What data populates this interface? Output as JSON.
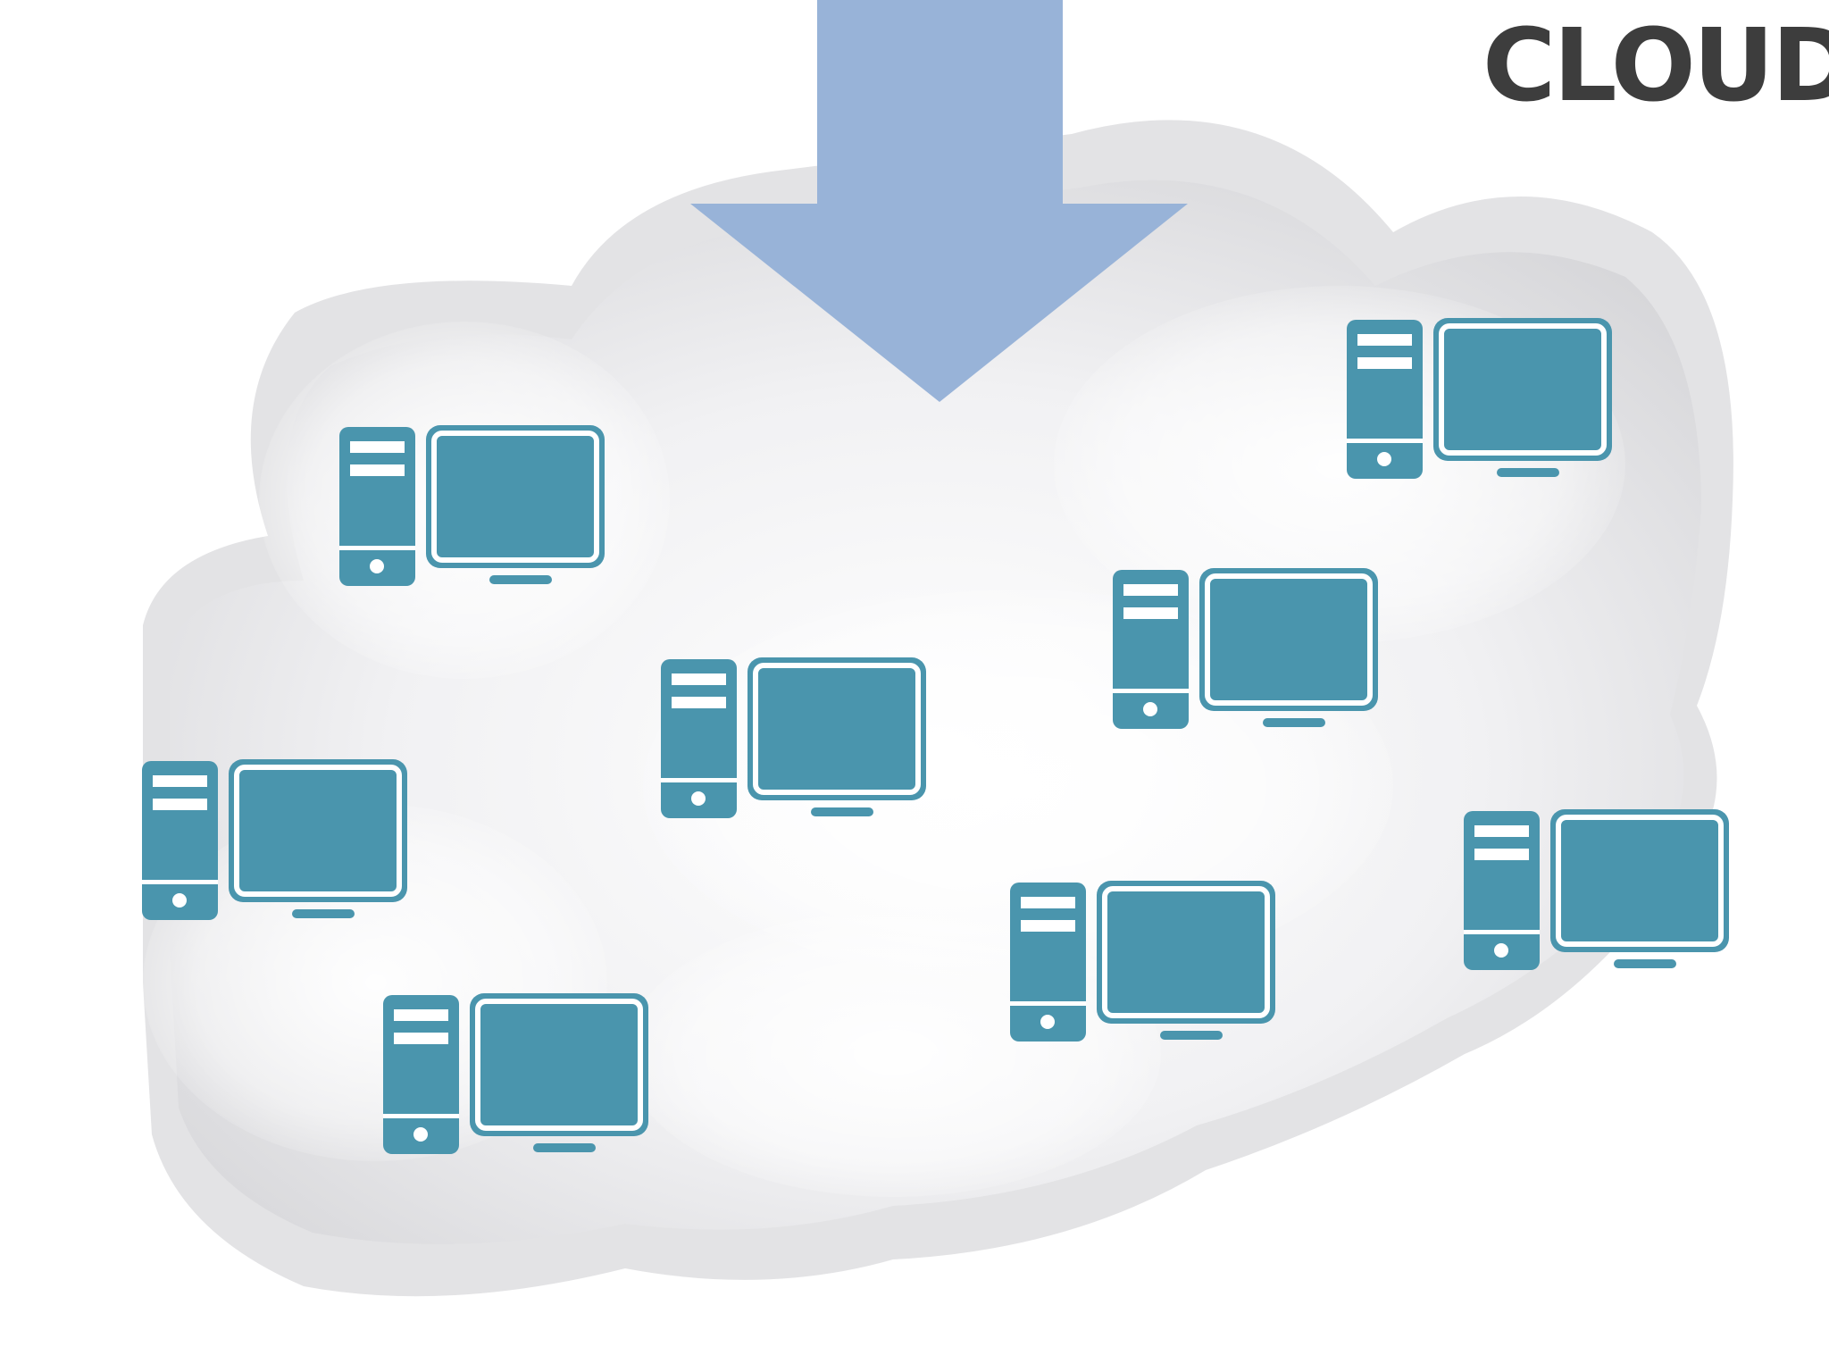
{
  "title": "CLOUD",
  "colors": {
    "background": "#ffffff",
    "cloud_fill": "#e4e4e6",
    "cloud_highlight": "#ffffff",
    "arrow": "#98b3d8",
    "computer_icon": "#4a95ad",
    "title_text": "#3d3d3d"
  },
  "diagram": {
    "arrow": {
      "direction": "down",
      "icon": "arrow-down-icon"
    },
    "cloud": {
      "icon": "cloud-shape"
    },
    "computers": [
      {
        "icon": "desktop-computer-icon"
      },
      {
        "icon": "desktop-computer-icon"
      },
      {
        "icon": "desktop-computer-icon"
      },
      {
        "icon": "desktop-computer-icon"
      },
      {
        "icon": "desktop-computer-icon"
      },
      {
        "icon": "desktop-computer-icon"
      },
      {
        "icon": "desktop-computer-icon"
      },
      {
        "icon": "desktop-computer-icon"
      }
    ]
  }
}
